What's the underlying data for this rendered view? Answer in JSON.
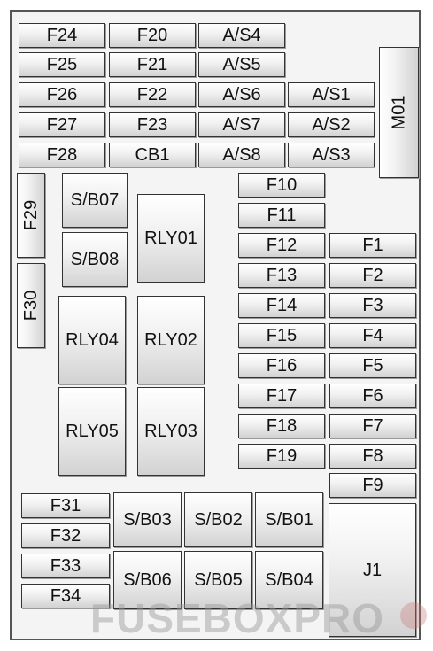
{
  "diagram": {
    "fuses_top_grid": [
      "F24",
      "F20",
      "A/S4",
      "F25",
      "F21",
      "A/S5",
      "F26",
      "F22",
      "A/S6",
      "A/S1",
      "F27",
      "F23",
      "A/S7",
      "A/S2",
      "F28",
      "CB1",
      "A/S8",
      "A/S3"
    ],
    "m01": "M01",
    "left_vertical": [
      "F29",
      "F30"
    ],
    "sb_left": [
      "S/B07",
      "S/B08"
    ],
    "relays": [
      "RLY01",
      "RLY04",
      "RLY02",
      "RLY05",
      "RLY03"
    ],
    "middle_fuses": [
      "F10",
      "F11",
      "F12",
      "F13",
      "F14",
      "F15",
      "F16",
      "F17",
      "F18",
      "F19"
    ],
    "right_fuses": [
      "F1",
      "F2",
      "F3",
      "F4",
      "F5",
      "F6",
      "F7",
      "F8",
      "F9"
    ],
    "bottom_left_fuses": [
      "F31",
      "F32",
      "F33",
      "F34"
    ],
    "sb_bottom": [
      "S/B03",
      "S/B02",
      "S/B01",
      "S/B06",
      "S/B05",
      "S/B04"
    ],
    "j1": "J1"
  },
  "watermark": {
    "text": "FUSEBOXPRO"
  }
}
